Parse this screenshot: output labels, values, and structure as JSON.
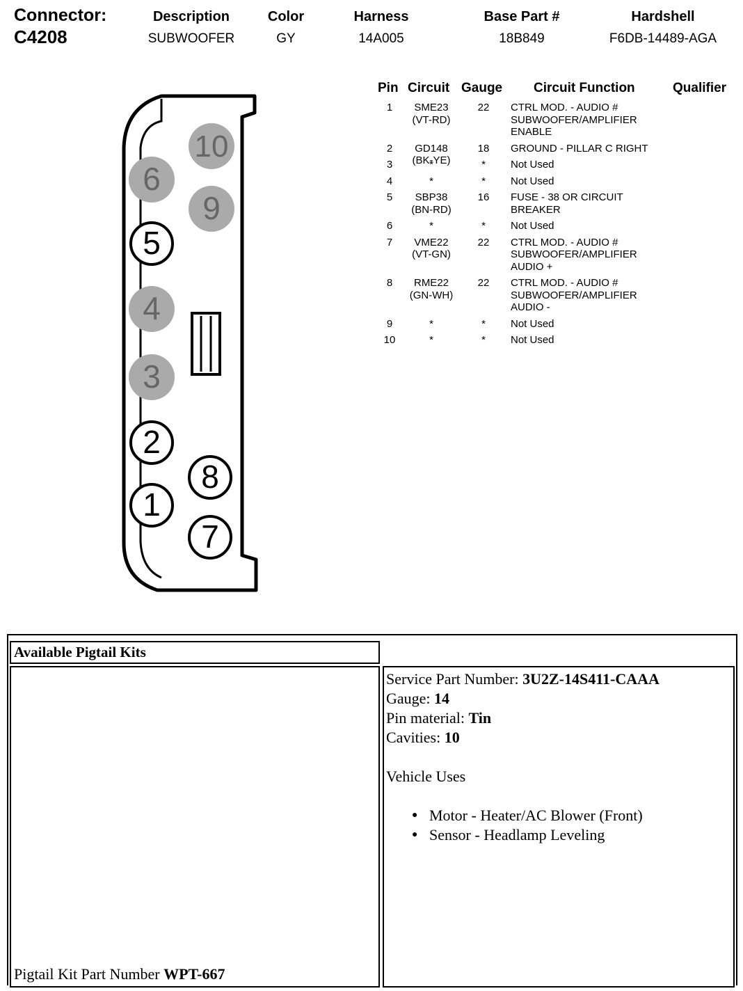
{
  "header": {
    "connector_label": "Connector:",
    "connector_id": "C4208",
    "columns": [
      {
        "label": "Description",
        "value": "SUBWOOFER"
      },
      {
        "label": "Color",
        "value": "GY"
      },
      {
        "label": "Harness",
        "value": "14A005"
      },
      {
        "label": "Base Part #",
        "value": "18B849"
      },
      {
        "label": "Hardshell",
        "value": "F6DB-14489-AGA"
      }
    ]
  },
  "connector": {
    "pins": [
      {
        "num": "1",
        "used": true
      },
      {
        "num": "2",
        "used": true
      },
      {
        "num": "3",
        "used": false
      },
      {
        "num": "4",
        "used": false
      },
      {
        "num": "5",
        "used": true
      },
      {
        "num": "6",
        "used": false
      },
      {
        "num": "7",
        "used": true
      },
      {
        "num": "8",
        "used": true
      },
      {
        "num": "9",
        "used": false
      },
      {
        "num": "10",
        "used": false
      }
    ],
    "colors": {
      "unused_fill": "#aaaaaa",
      "unused_text": "#666666",
      "used_fill": "#ffffff",
      "outline": "#000000"
    }
  },
  "pin_table": {
    "headers": {
      "pin": "Pin",
      "circuit": "Circuit",
      "gauge": "Gauge",
      "function": "Circuit Function",
      "qualifier": "Qualifier"
    },
    "rows": [
      {
        "pin": "1",
        "circuit": "SME23",
        "color": "(VT-RD)",
        "gauge": "22",
        "function": "CTRL MOD. - AUDIO # SUBWOOFER/AMPLIFIER ENABLE",
        "qualifier": ""
      },
      {
        "pin": "2",
        "circuit": "GD148",
        "color": "(BK-YE)",
        "gauge": "18",
        "function": "GROUND - PILLAR C RIGHT",
        "qualifier": ""
      },
      {
        "pin": "3",
        "circuit": "*",
        "color": "",
        "gauge": "*",
        "function": "Not Used",
        "qualifier": ""
      },
      {
        "pin": "4",
        "circuit": "*",
        "color": "",
        "gauge": "*",
        "function": "Not Used",
        "qualifier": ""
      },
      {
        "pin": "5",
        "circuit": "SBP38",
        "color": "(BN-RD)",
        "gauge": "16",
        "function": "FUSE - 38 OR CIRCUIT BREAKER",
        "qualifier": ""
      },
      {
        "pin": "6",
        "circuit": "*",
        "color": "",
        "gauge": "*",
        "function": "Not Used",
        "qualifier": ""
      },
      {
        "pin": "7",
        "circuit": "VME22",
        "color": "(VT-GN)",
        "gauge": "22",
        "function": "CTRL MOD. - AUDIO # SUBWOOFER/AMPLIFIER AUDIO +",
        "qualifier": ""
      },
      {
        "pin": "8",
        "circuit": "RME22",
        "color": "(GN-WH)",
        "gauge": "22",
        "function": "CTRL MOD. - AUDIO # SUBWOOFER/AMPLIFIER AUDIO -",
        "qualifier": ""
      },
      {
        "pin": "9",
        "circuit": "*",
        "color": "",
        "gauge": "*",
        "function": "Not Used",
        "qualifier": ""
      },
      {
        "pin": "10",
        "circuit": "*",
        "color": "",
        "gauge": "*",
        "function": "Not Used",
        "qualifier": ""
      }
    ]
  },
  "pigtail": {
    "title": "Available Pigtail Kits",
    "kit_part_label": "Pigtail Kit Part Number",
    "kit_part_number": "WPT-667",
    "service_part_label": "Service Part Number:",
    "service_part_number": "3U2Z-14S411-CAAA",
    "gauge_label": "Gauge:",
    "gauge_value": "14",
    "pin_material_label": "Pin material:",
    "pin_material_value": "Tin",
    "cavities_label": "Cavities:",
    "cavities_value": "10",
    "vehicle_uses_label": "Vehicle Uses",
    "vehicle_uses": [
      "Motor - Heater/AC Blower (Front)",
      "Sensor - Headlamp Leveling"
    ]
  }
}
